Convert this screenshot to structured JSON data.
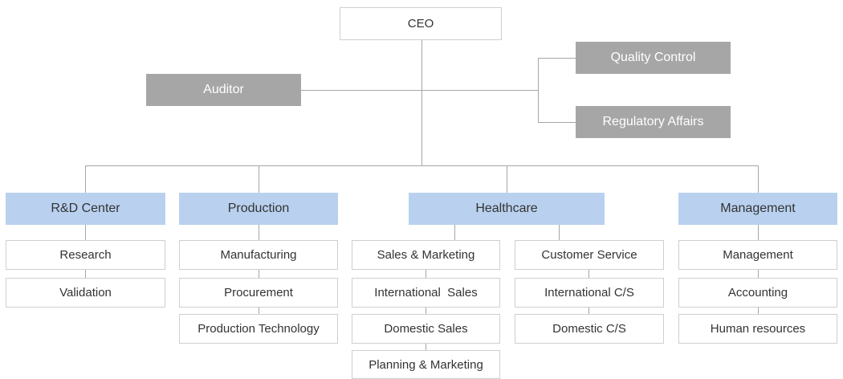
{
  "colors": {
    "line": "#a6a6a6",
    "box_border": "#cfcfcf",
    "gray_box": "#a6a6a6",
    "blue_box": "#b9d1ef",
    "text_dark": "#333333",
    "text_light": "#ffffff"
  },
  "top": {
    "ceo": "CEO",
    "auditor": "Auditor",
    "quality_control": "Quality Control",
    "regulatory_affairs": "Regulatory Affairs"
  },
  "departments": [
    {
      "name": "R&D Center",
      "teams": [
        "Research",
        "Validation"
      ]
    },
    {
      "name": "Production",
      "teams": [
        "Manufacturing",
        "Procurement",
        "Production Technology"
      ]
    },
    {
      "name": "Healthcare",
      "left_teams": [
        "Sales & Marketing",
        "International  Sales",
        "Domestic Sales",
        "Planning & Marketing"
      ],
      "right_teams": [
        "Customer Service",
        "International C/S",
        "Domestic C/S"
      ]
    },
    {
      "name": "Management",
      "teams": [
        "Management",
        "Accounting",
        "Human resources"
      ]
    }
  ]
}
